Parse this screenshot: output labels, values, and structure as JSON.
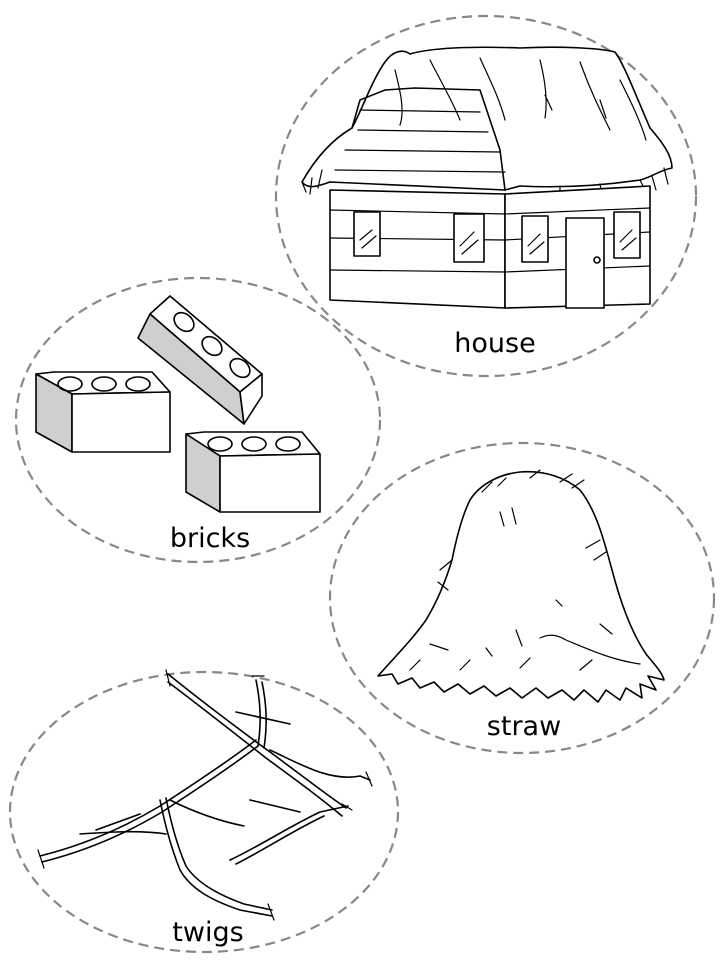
{
  "items": [
    {
      "id": "house",
      "label": "house"
    },
    {
      "id": "bricks",
      "label": "bricks"
    },
    {
      "id": "straw",
      "label": "straw"
    },
    {
      "id": "twigs",
      "label": "twigs"
    }
  ],
  "colors": {
    "outline": "#000000",
    "dashed_border": "#888888",
    "brick_shade": "#cfcfcf",
    "background": "#ffffff"
  }
}
